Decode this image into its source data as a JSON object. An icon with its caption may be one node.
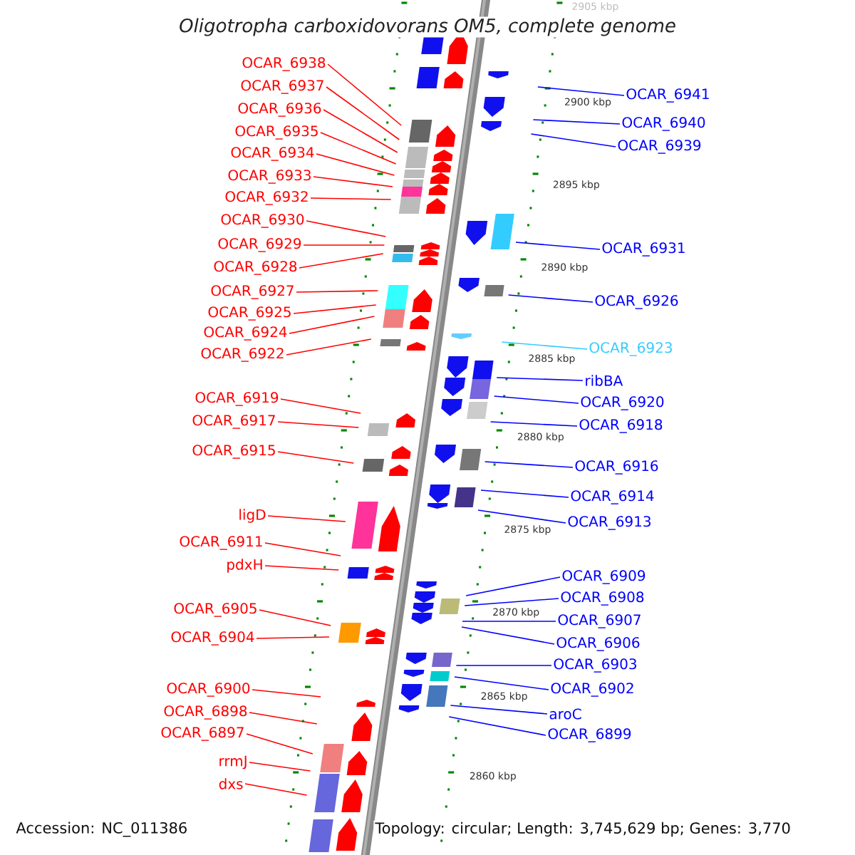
{
  "diagram": {
    "title": "Oligotropha carboxidovorans OM5, complete genome",
    "nodes": [
      {
        "text": [
          "OCAR_6938"
        ]
      },
      {
        "text": [
          "OCAR_6937"
        ]
      },
      {
        "text": [
          "OCAR_6936"
        ]
      },
      {
        "text": [
          "OCAR_6935"
        ]
      },
      {
        "text": [
          "OCAR_6934"
        ]
      },
      {
        "text": [
          "OCAR_6933"
        ]
      },
      {
        "text": [
          "OCAR_6932"
        ]
      },
      {
        "text": [
          "OCAR_6930"
        ]
      },
      {
        "text": [
          "OCAR_6929"
        ]
      },
      {
        "text": [
          "OCAR_6928"
        ]
      },
      {
        "text": [
          "OCAR_6927"
        ]
      },
      {
        "text": [
          "OCAR_6925"
        ]
      },
      {
        "text": [
          "OCAR_6924"
        ]
      },
      {
        "text": [
          "OCAR_6922"
        ]
      },
      {
        "text": [
          "OCAR_6919"
        ]
      },
      {
        "text": [
          "OCAR_6917"
        ]
      },
      {
        "text": [
          "OCAR_6915"
        ]
      },
      {
        "text": [
          "ligD"
        ]
      },
      {
        "text": [
          "OCAR_6911"
        ]
      },
      {
        "text": [
          "pdxH"
        ]
      },
      {
        "text": [
          "OCAR_6905"
        ]
      },
      {
        "text": [
          "OCAR_6904"
        ]
      },
      {
        "text": [
          "OCAR_6900"
        ]
      },
      {
        "text": [
          "OCAR_6898"
        ]
      },
      {
        "text": [
          "OCAR_6897"
        ]
      },
      {
        "text": [
          "rrmJ"
        ]
      },
      {
        "text": [
          "dxs"
        ]
      },
      {
        "text": [
          "OCAR_6941"
        ]
      },
      {
        "text": [
          "OCAR_6940"
        ]
      },
      {
        "text": [
          "OCAR_6939"
        ]
      },
      {
        "text": [
          "OCAR_6931"
        ]
      },
      {
        "text": [
          "OCAR_6926"
        ]
      },
      {
        "text": [
          "OCAR_6923"
        ]
      },
      {
        "text": [
          "ribBA"
        ]
      },
      {
        "text": [
          "OCAR_6920"
        ]
      },
      {
        "text": [
          "OCAR_6918"
        ]
      },
      {
        "text": [
          "OCAR_6916"
        ]
      },
      {
        "text": [
          "OCAR_6914"
        ]
      },
      {
        "text": [
          "OCAR_6913"
        ]
      },
      {
        "text": [
          "OCAR_6909"
        ]
      },
      {
        "text": [
          "OCAR_6908"
        ]
      },
      {
        "text": [
          "OCAR_6907"
        ]
      },
      {
        "text": [
          "OCAR_6906"
        ]
      },
      {
        "text": [
          "OCAR_6903"
        ]
      },
      {
        "text": [
          "OCAR_6902"
        ]
      },
      {
        "text": [
          "aroC"
        ]
      },
      {
        "text": [
          "OCAR_6899"
        ]
      }
    ],
    "edges": [
      {
        "from": 0,
        "to": null,
        "arrow": "none"
      },
      {
        "from": 1,
        "to": null,
        "arrow": "none"
      },
      {
        "from": 2,
        "to": null,
        "arrow": "none"
      },
      {
        "from": 3,
        "to": null,
        "arrow": "none"
      },
      {
        "from": 4,
        "to": null,
        "arrow": "none"
      },
      {
        "from": 5,
        "to": null,
        "arrow": "none"
      },
      {
        "from": 6,
        "to": null,
        "arrow": "none"
      },
      {
        "from": 7,
        "to": null,
        "arrow": "none"
      },
      {
        "from": 8,
        "to": null,
        "arrow": "none"
      },
      {
        "from": 9,
        "to": null,
        "arrow": "none"
      },
      {
        "from": 10,
        "to": null,
        "arrow": "none"
      },
      {
        "from": 11,
        "to": null,
        "arrow": "none"
      },
      {
        "from": 12,
        "to": null,
        "arrow": "none"
      },
      {
        "from": 13,
        "to": null,
        "arrow": "none"
      },
      {
        "from": 14,
        "to": null,
        "arrow": "none"
      },
      {
        "from": 15,
        "to": null,
        "arrow": "none"
      },
      {
        "from": 16,
        "to": null,
        "arrow": "none"
      },
      {
        "from": 17,
        "to": null,
        "arrow": "none"
      },
      {
        "from": 18,
        "to": null,
        "arrow": "none"
      },
      {
        "from": 19,
        "to": null,
        "arrow": "none"
      },
      {
        "from": 20,
        "to": null,
        "arrow": "none"
      },
      {
        "from": 21,
        "to": null,
        "arrow": "none"
      },
      {
        "from": 22,
        "to": null,
        "arrow": "none"
      },
      {
        "from": 23,
        "to": null,
        "arrow": "none"
      },
      {
        "from": 24,
        "to": null,
        "arrow": "none"
      },
      {
        "from": 25,
        "to": null,
        "arrow": "none"
      },
      {
        "from": 26,
        "to": null,
        "arrow": "none"
      },
      {
        "from": 27,
        "to": null,
        "arrow": "none",
        "color": "#0000ff"
      },
      {
        "from": 28,
        "to": null,
        "arrow": "none",
        "color": "#0000ff"
      },
      {
        "from": 29,
        "to": null,
        "arrow": "none",
        "color": "#0000ff"
      },
      {
        "from": 30,
        "to": null,
        "arrow": "none",
        "color": "#0000ff"
      },
      {
        "from": 31,
        "to": null,
        "arrow": "none",
        "color": "#0000ff"
      },
      {
        "from": 32,
        "to": null,
        "arrow": "none",
        "color": "#33ccff"
      },
      {
        "from": 33,
        "to": null,
        "arrow": "none",
        "color": "#0000ff"
      },
      {
        "from": 34,
        "to": null,
        "arrow": "none",
        "color": "#0000ff"
      },
      {
        "from": 35,
        "to": null,
        "arrow": "none",
        "color": "#0000ff"
      },
      {
        "from": 36,
        "to": null,
        "arrow": "none",
        "color": "#0000ff"
      },
      {
        "from": 37,
        "to": null,
        "arrow": "none",
        "color": "#0000ff"
      },
      {
        "from": 38,
        "to": null,
        "arrow": "none",
        "color": "#0000ff"
      },
      {
        "from": 39,
        "to": null,
        "arrow": "none",
        "color": "#0000ff"
      },
      {
        "from": 40,
        "to": null,
        "arrow": "none",
        "color": "#0000ff"
      },
      {
        "from": 41,
        "to": null,
        "arrow": "none",
        "color": "#0000ff"
      },
      {
        "from": 42,
        "to": null,
        "arrow": "none",
        "color": "#0000ff"
      },
      {
        "from": 43,
        "to": null,
        "arrow": "none",
        "color": "#0000ff"
      },
      {
        "from": 44,
        "to": null,
        "arrow": "none",
        "color": "#0000ff"
      },
      {
        "from": 45,
        "to": null,
        "arrow": "none",
        "color": "#0000ff"
      },
      {
        "from": 46,
        "to": null,
        "arrow": "none",
        "color": "#0000ff"
      }
    ],
    "labels": [
      "2905 kbp",
      "2900 kbp",
      "2895 kbp",
      "2890 kbp",
      "2885 kbp",
      "2880 kbp",
      "2875 kbp",
      "2870 kbp",
      "2865 kbp",
      "2860 kbp",
      "Accession: NC_011386",
      "Topology: circular; Length: 3,745,629 bp; Genes: 3,770"
    ]
  }
}
